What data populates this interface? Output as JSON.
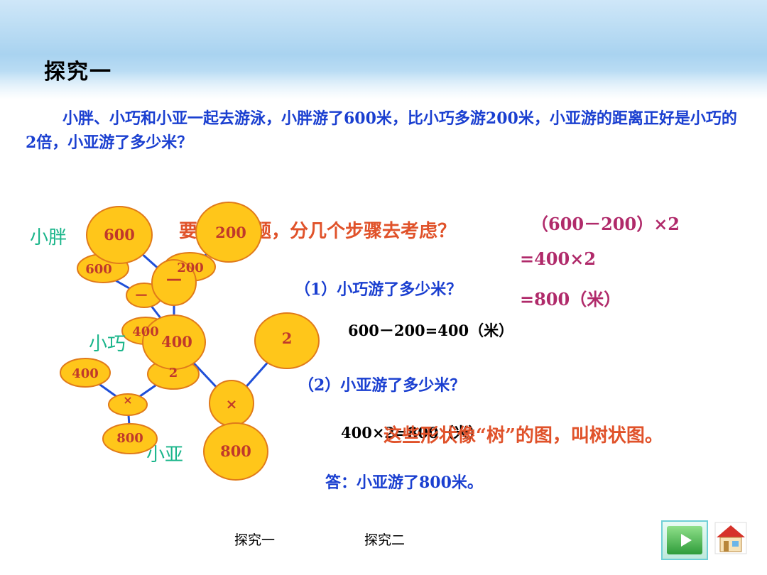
{
  "title": "探究一",
  "problem": "小胖、小巧和小亚一起去游泳，小胖游了600米，比小巧多游200米，小亚游的距离正好是小巧的2倍，小亚游了多少米？",
  "names": {
    "xiaopang": "小胖",
    "xiaoqiao": "小巧",
    "xiaoya": "小亚"
  },
  "question_main": "要解决问题，分几个步骤去考虑？",
  "step1": {
    "question": "（1）小巧游了多少米？",
    "answer": "600－200=400（米）"
  },
  "step2": {
    "question": "（2）小亚游了多少米？",
    "answer": "400×2=800（米）"
  },
  "note": "这些形状像“树”的图，叫树状图。",
  "final_answer": "答：小亚游了800米。",
  "combined": {
    "line1": "（600－200）×2",
    "line2": "=400×2",
    "line3": "=800（米）"
  },
  "tree_small": {
    "a": "600",
    "b": "200",
    "op1": "－",
    "mid": "400",
    "c": "2",
    "op2": "×",
    "result": "800"
  },
  "tree_big": {
    "a": "600",
    "b": "200",
    "op1": "－",
    "mid": "400",
    "c": "2",
    "op2": "×",
    "result": "800"
  },
  "nav": {
    "item1": "探究一",
    "item2": "探究二"
  },
  "colors": {
    "node_fill": "#ffc61a",
    "node_stroke": "#e07a1a",
    "edge": "#1f4fd8",
    "problem_text": "#1a3fd0",
    "accent_orange": "#e0522a",
    "calc": "#b02a6a",
    "name_green": "#19b58a"
  },
  "icons": {
    "next": "play-icon",
    "home": "home-icon"
  }
}
